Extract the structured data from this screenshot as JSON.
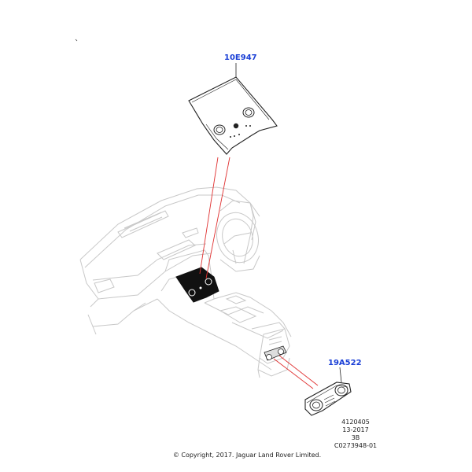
{
  "callouts": [
    {
      "part_number": "10E947"
    },
    {
      "part_number": "19A522"
    }
  ],
  "reference": {
    "line1": "4120405",
    "line2": "13-2017",
    "line3": "3B",
    "line4": "C0273948-01"
  },
  "copyright": "© Copyright, 2017. Jaguar Land Rover Limited.",
  "colors": {
    "callout_text": "#1a3fd6",
    "leader_line": "#e03030",
    "outline": "#222222",
    "ghost_outline": "#c8c8c8"
  }
}
